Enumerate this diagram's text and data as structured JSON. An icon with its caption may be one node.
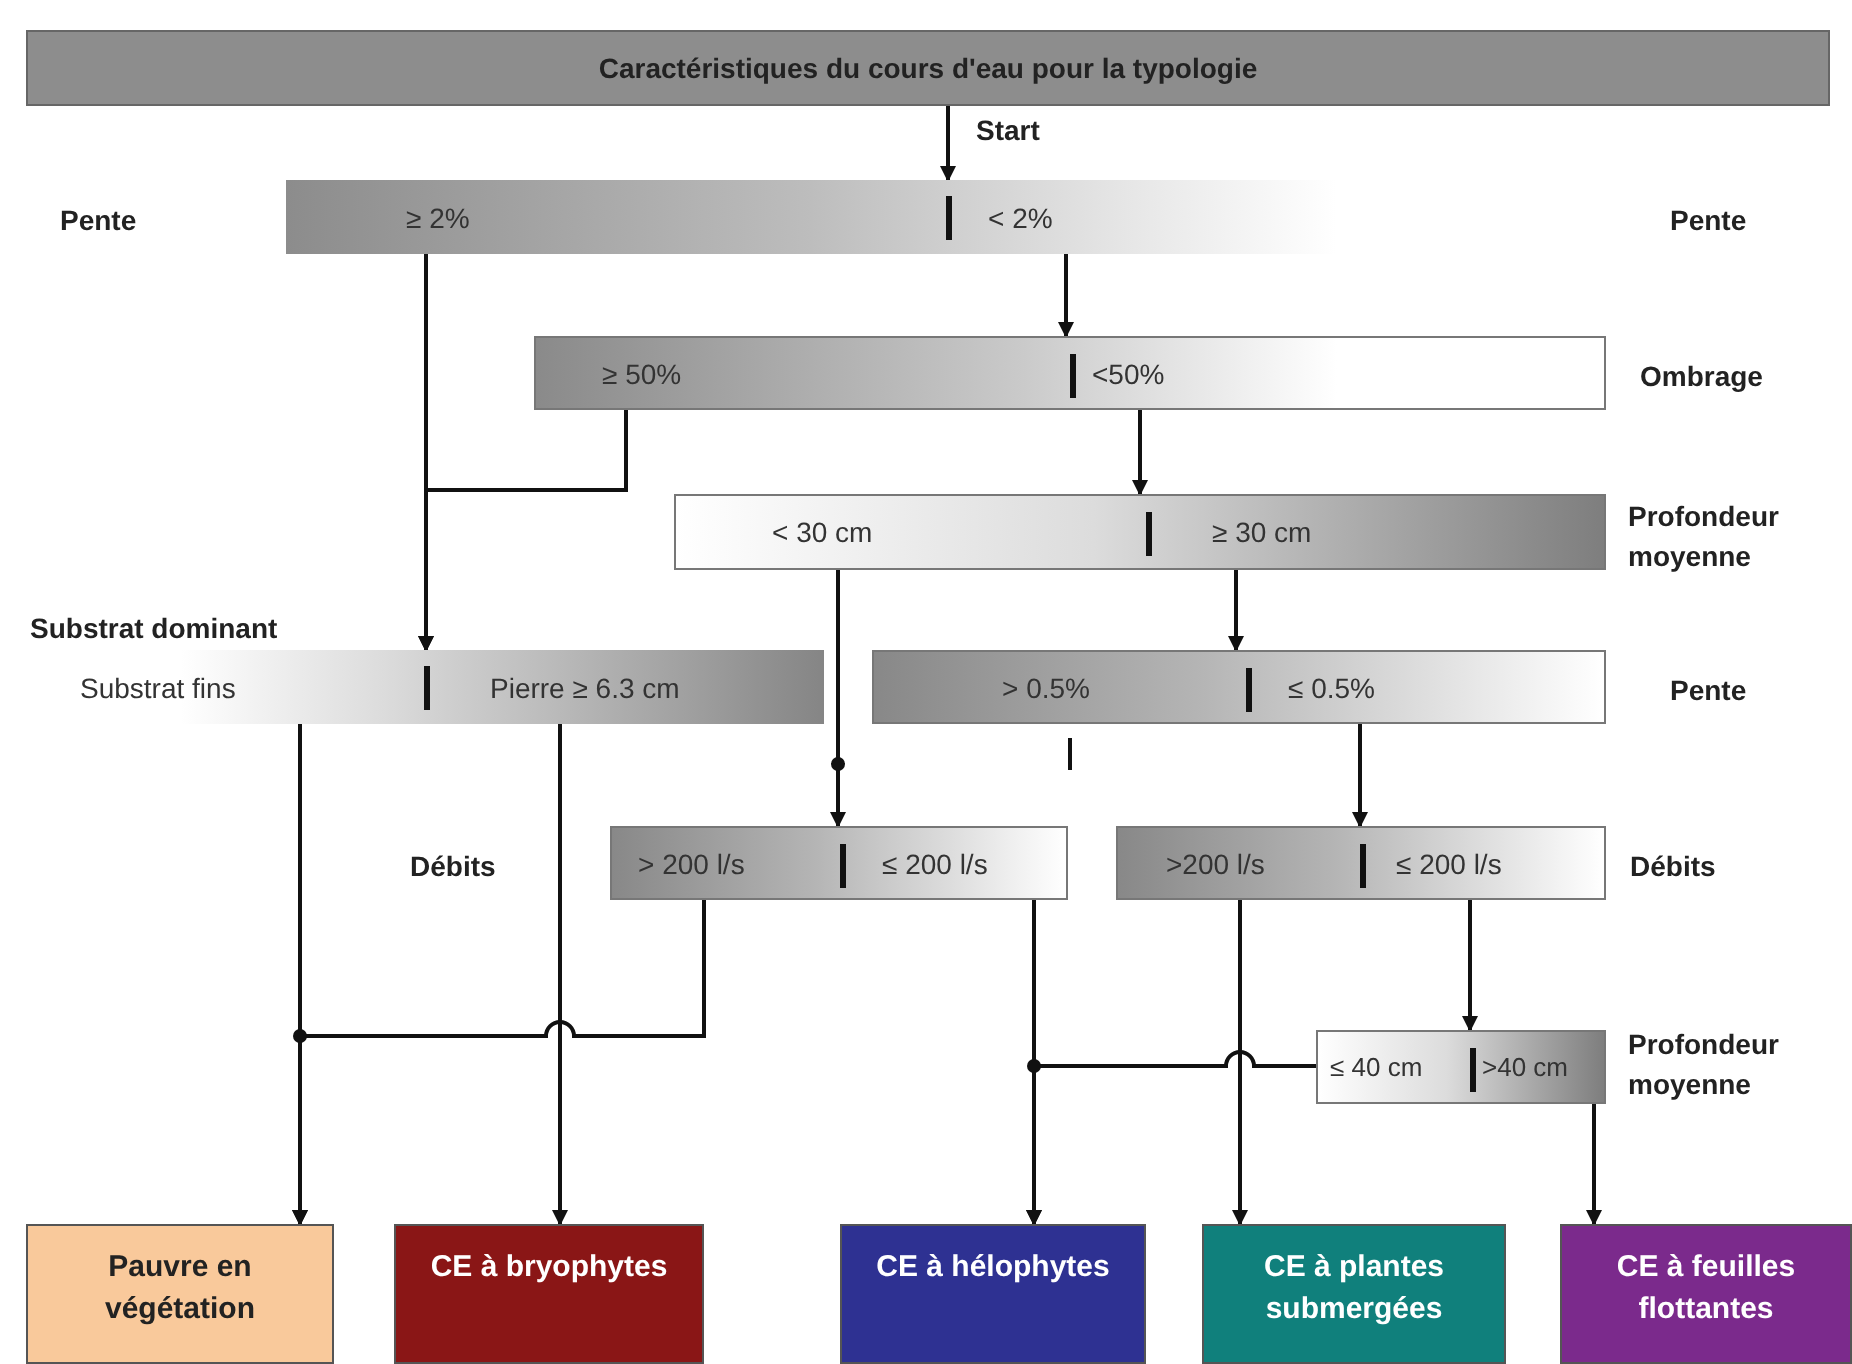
{
  "diagram": {
    "nodes": [
      {
        "text": [
          "Caractéristiques du cours d'eau pour la typologie"
        ]
      },
      {
        "text": [],
        "shape": "bar"
      },
      {
        "text": [
          "≥ 2%"
        ],
        "in": 1
      },
      {
        "text": [
          "< 2%"
        ],
        "in": 1
      },
      {
        "text": [],
        "shape": "bar",
        "beside": [
          "Ombrage"
        ]
      },
      {
        "text": [
          "≥ 50%"
        ],
        "in": 4
      },
      {
        "text": [
          "<50%"
        ],
        "in": 4
      },
      {
        "text": [],
        "shape": "bar",
        "beside": [
          "Profondeur moyenne"
        ]
      },
      {
        "text": [
          "< 30 cm"
        ],
        "in": 7
      },
      {
        "text": [
          "≥ 30 cm"
        ],
        "in": 7
      },
      {
        "text": [],
        "shape": "bar",
        "beside": [
          "Substrat dominant"
        ]
      },
      {
        "text": [
          "Substrat fins"
        ],
        "in": 10
      },
      {
        "text": [
          "Pierre ≥ 6.3 cm"
        ],
        "in": 10
      },
      {
        "text": [],
        "shape": "bar",
        "beside": [
          "Pente"
        ]
      },
      {
        "text": [
          "> 0.5%"
        ],
        "in": 13
      },
      {
        "text": [
          "≤ 0.5%"
        ],
        "in": 13
      },
      {
        "text": [],
        "shape": "bar"
      },
      {
        "text": [
          "> 200 l/s"
        ],
        "in": 16
      },
      {
        "text": [
          "≤ 200 l/s"
        ],
        "in": 16
      },
      {
        "text": [],
        "shape": "bar",
        "beside": [
          "Débits"
        ]
      },
      {
        "text": [
          ">200 l/s"
        ],
        "in": 19
      },
      {
        "text": [
          "≤ 200 l/s"
        ],
        "in": 19
      },
      {
        "text": [],
        "shape": "bar",
        "beside": [
          "Profondeur moyenne"
        ]
      },
      {
        "text": [
          "≤ 40 cm"
        ],
        "in": 22
      },
      {
        "text": [
          ">40 cm"
        ],
        "in": 22
      },
      {
        "text": [
          "Pauvre en végétation"
        ]
      },
      {
        "text": [
          "CE à bryophytes"
        ]
      },
      {
        "text": [
          "CE à hélophytes"
        ]
      },
      {
        "text": [
          "CE à plantes submergées"
        ]
      },
      {
        "text": [
          "CE à feuilles flottantes"
        ]
      }
    ],
    "edges": [
      {
        "from": 0,
        "to": 1,
        "arrow": "to",
        "label": "Start"
      },
      {
        "from": 3,
        "to": 4,
        "arrow": "to"
      },
      {
        "from": 2,
        "to": 10,
        "arrow": "to"
      },
      {
        "from": 5,
        "to": 10,
        "arrow": "to"
      },
      {
        "from": 6,
        "to": 7,
        "arrow": "to"
      },
      {
        "from": 9,
        "to": 13,
        "arrow": "to"
      },
      {
        "from": 8,
        "to": 16,
        "arrow": "to"
      },
      {
        "from": 15,
        "to": 19,
        "arrow": "to"
      },
      {
        "from": 21,
        "to": 22,
        "arrow": "to"
      },
      {
        "from": 11,
        "to": 25,
        "arrow": "to"
      },
      {
        "from": 12,
        "to": 26,
        "arrow": "to"
      },
      {
        "from": 17,
        "to": 25,
        "arrow": "to"
      },
      {
        "from": 18,
        "to": 27,
        "arrow": "to"
      },
      {
        "from": 20,
        "to": 28,
        "arrow": "to"
      },
      {
        "from": 23,
        "to": 27,
        "arrow": "to"
      },
      {
        "from": 24,
        "to": 29,
        "arrow": "to"
      }
    ],
    "labels": [
      "Pente",
      "Pente",
      "Débits"
    ]
  }
}
